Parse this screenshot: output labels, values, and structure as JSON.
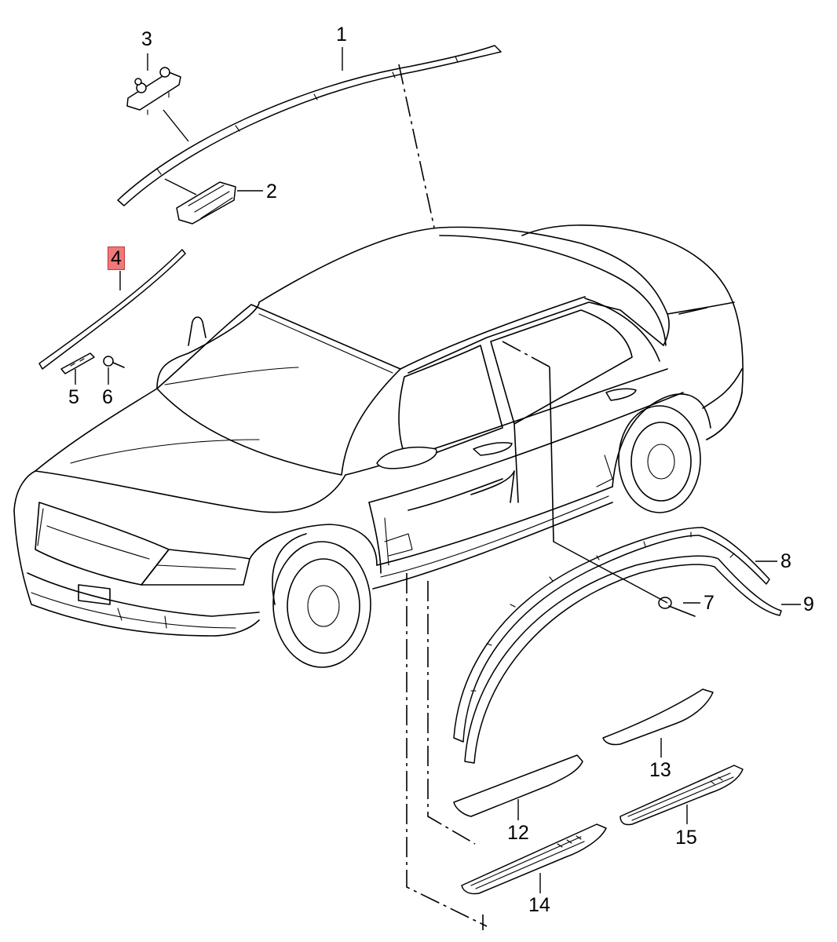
{
  "diagram": {
    "highlight_color": "#f07878",
    "callouts": [
      {
        "id": "1",
        "label": "1",
        "highlighted": false
      },
      {
        "id": "2",
        "label": "2",
        "highlighted": false
      },
      {
        "id": "3",
        "label": "3",
        "highlighted": false
      },
      {
        "id": "4",
        "label": "4",
        "highlighted": true
      },
      {
        "id": "5",
        "label": "5",
        "highlighted": false
      },
      {
        "id": "6",
        "label": "6",
        "highlighted": false
      },
      {
        "id": "7",
        "label": "7",
        "highlighted": false
      },
      {
        "id": "8",
        "label": "8",
        "highlighted": false
      },
      {
        "id": "9",
        "label": "9",
        "highlighted": false
      },
      {
        "id": "12",
        "label": "12",
        "highlighted": false
      },
      {
        "id": "13",
        "label": "13",
        "highlighted": false
      },
      {
        "id": "14",
        "label": "14",
        "highlighted": false
      },
      {
        "id": "15",
        "label": "15",
        "highlighted": false
      }
    ]
  }
}
